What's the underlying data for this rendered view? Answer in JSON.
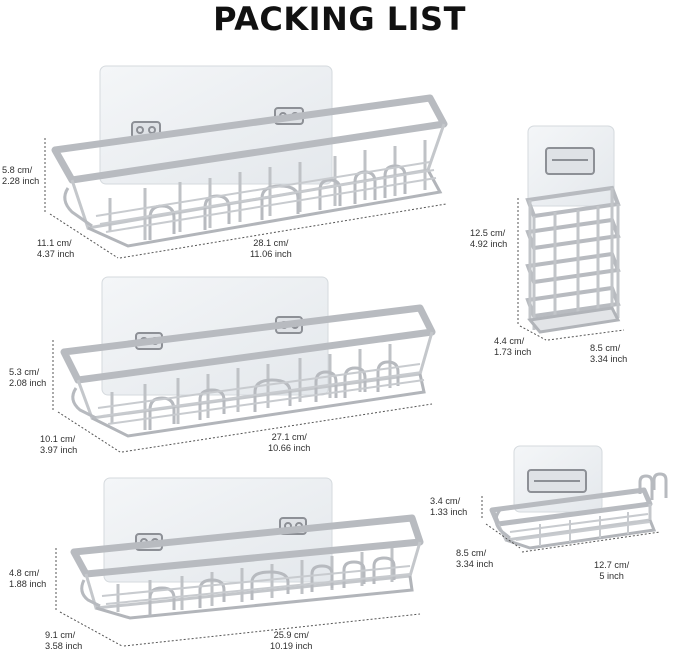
{
  "title": "PACKING LIST",
  "items": [
    {
      "name": "large-shelf",
      "height": [
        "5.8 cm/",
        "2.28 inch"
      ],
      "depth": [
        "11.1 cm/",
        "4.37 inch"
      ],
      "width": [
        "28.1 cm/",
        "11.06 inch"
      ]
    },
    {
      "name": "medium-shelf",
      "height": [
        "5.3 cm/",
        "2.08 inch"
      ],
      "depth": [
        "10.1 cm/",
        "3.97 inch"
      ],
      "width": [
        "27.1 cm/",
        "10.66 inch"
      ]
    },
    {
      "name": "small-shelf",
      "height": [
        "4.8 cm/",
        "1.88 inch"
      ],
      "depth": [
        "9.1 cm/",
        "3.58 inch"
      ],
      "width": [
        "25.9 cm/",
        "10.19 inch"
      ]
    },
    {
      "name": "toothbrush-holder",
      "height": [
        "12.5 cm/",
        "4.92 inch"
      ],
      "depth": [
        "4.4 cm/",
        "1.73 inch"
      ],
      "width": [
        "8.5 cm/",
        "3.34 inch"
      ]
    },
    {
      "name": "soap-dish",
      "height": [
        "3.4 cm/",
        "1.33 inch"
      ],
      "depth": [
        "8.5 cm/",
        "3.34 inch"
      ],
      "width": [
        "12.7 cm/",
        "5 inch"
      ]
    }
  ],
  "colors": {
    "metal": "#c9cbcf",
    "metal_dark": "#9ea1a6",
    "adhesive": "#eef1f4",
    "dim_line": "#555555"
  }
}
